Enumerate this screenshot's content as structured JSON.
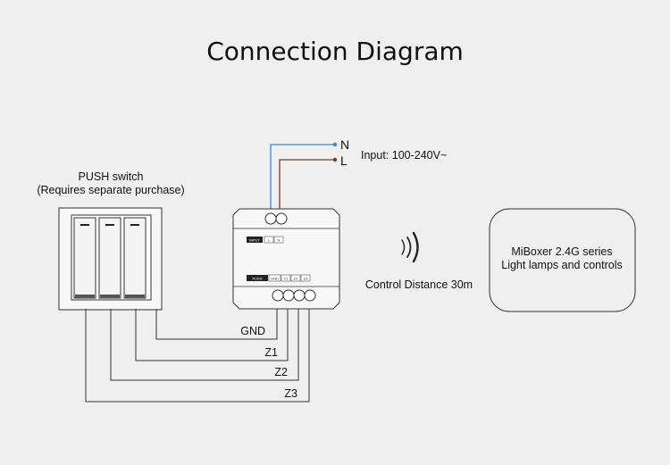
{
  "title": "Connection Diagram",
  "push_switch": {
    "label": "PUSH switch",
    "note": "(Requires separate purchase)"
  },
  "power": {
    "neutral": "N",
    "line": "L",
    "input": "Input: 100-240V~"
  },
  "module": {
    "input_label": "INPUT",
    "input_terminals": [
      "L",
      "N"
    ],
    "push_label": "PUSH",
    "push_terminals": [
      "GND",
      "Z1",
      "Z2",
      "Z3"
    ]
  },
  "wires": {
    "gnd": "GND",
    "z1": "Z1",
    "z2": "Z2",
    "z3": "Z3"
  },
  "control_distance": "Control Distance 30m",
  "miboxer": {
    "line1": "MiBoxer 2.4G series",
    "line2": "Light lamps and controls"
  },
  "colors": {
    "neutral_wire": "#2b8fd6",
    "line_wire": "#7a3a28",
    "stroke": "#333333"
  }
}
